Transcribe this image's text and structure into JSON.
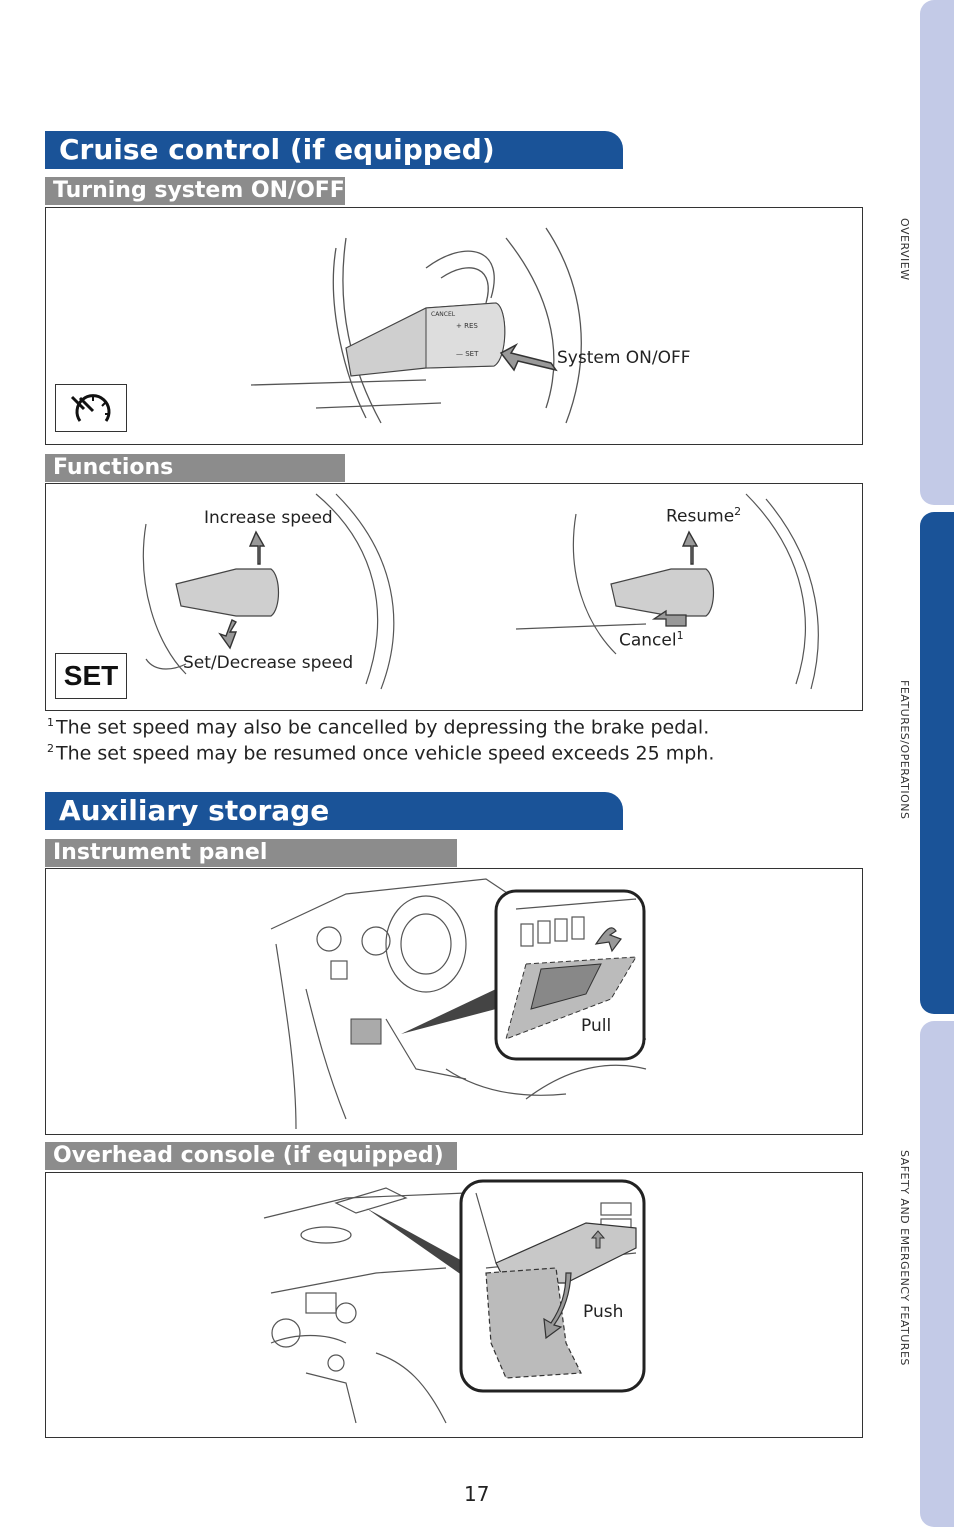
{
  "cruise": {
    "title": "Cruise control (if equipped)",
    "on_off": {
      "heading": "Turning system ON/OFF",
      "label": "System ON/OFF",
      "icon": "cruise-control-icon"
    },
    "functions": {
      "heading": "Functions",
      "increase": "Increase speed",
      "set_decrease": "Set/Decrease speed",
      "resume": "Resume",
      "resume_sup": "2",
      "cancel": "Cancel",
      "cancel_sup": "1",
      "set_badge": "SET"
    },
    "footnotes": [
      {
        "mark": "1",
        "text": "The set speed may also be cancelled by depressing the brake pedal."
      },
      {
        "mark": "2",
        "text": "The set speed may be resumed once vehicle speed exceeds 25 mph."
      }
    ]
  },
  "storage": {
    "title": "Auxiliary storage",
    "instrument_panel": {
      "heading": "Instrument panel",
      "label": "Pull"
    },
    "overhead": {
      "heading": "Overhead console (if equipped)",
      "label": "Push"
    }
  },
  "sidebar": {
    "tabs": [
      {
        "label": "OVERVIEW",
        "active": false
      },
      {
        "label": "FEATURES/OPERATIONS",
        "active": true
      },
      {
        "label": "SAFETY AND EMERGENCY FEATURES",
        "active": false
      }
    ]
  },
  "page_number": "17",
  "colors": {
    "banner": "#1a5398",
    "subbar": "#8c8c8c",
    "tab": "#c3cae7",
    "tab_active": "#1a5398"
  }
}
